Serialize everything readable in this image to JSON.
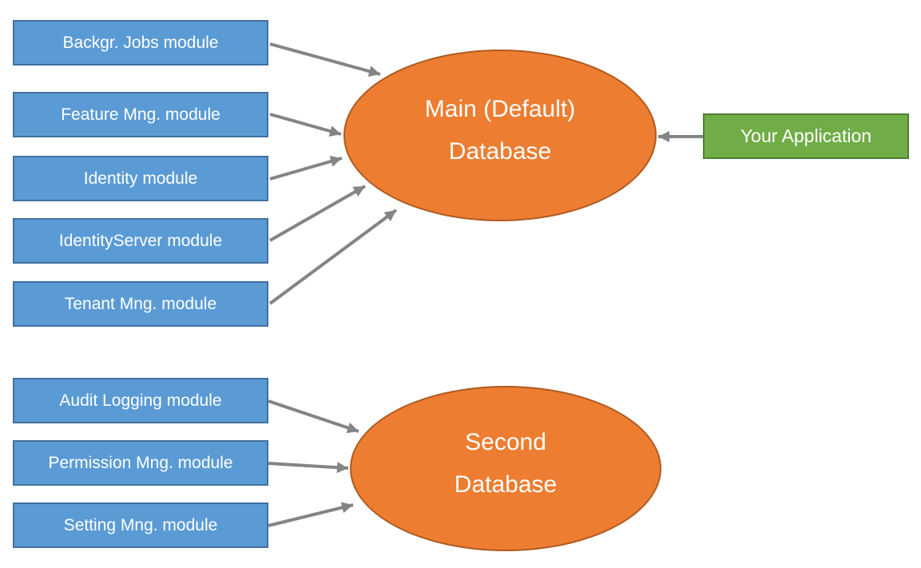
{
  "colors": {
    "module_fill": "#5B9BD5",
    "module_border": "#41719C",
    "database_fill": "#ED7D31",
    "database_border": "#AE5A21",
    "app_fill": "#70AD47",
    "app_border": "#507E32",
    "arrow": "#848484",
    "text": "#FFFFFF"
  },
  "diagram": {
    "main_modules": [
      {
        "label": "Backgr. Jobs module"
      },
      {
        "label": "Feature Mng. module"
      },
      {
        "label": "Identity module"
      },
      {
        "label": "IdentityServer module"
      },
      {
        "label": "Tenant Mng. module"
      }
    ],
    "second_modules": [
      {
        "label": "Audit Logging module"
      },
      {
        "label": "Permission Mng. module"
      },
      {
        "label": "Setting Mng. module"
      }
    ],
    "main_database": {
      "line1": "Main (Default)",
      "line2": "Database"
    },
    "second_database": {
      "line1": "Second",
      "line2": "Database"
    },
    "application": {
      "label": "Your Application"
    },
    "edges": [
      {
        "from": "Backgr. Jobs module",
        "to": "Main (Default) Database"
      },
      {
        "from": "Feature Mng. module",
        "to": "Main (Default) Database"
      },
      {
        "from": "Identity module",
        "to": "Main (Default) Database"
      },
      {
        "from": "IdentityServer module",
        "to": "Main (Default) Database"
      },
      {
        "from": "Tenant Mng. module",
        "to": "Main (Default) Database"
      },
      {
        "from": "Audit Logging module",
        "to": "Second Database"
      },
      {
        "from": "Permission Mng. module",
        "to": "Second Database"
      },
      {
        "from": "Setting Mng. module",
        "to": "Second Database"
      },
      {
        "from": "Your Application",
        "to": "Main (Default) Database"
      }
    ]
  }
}
